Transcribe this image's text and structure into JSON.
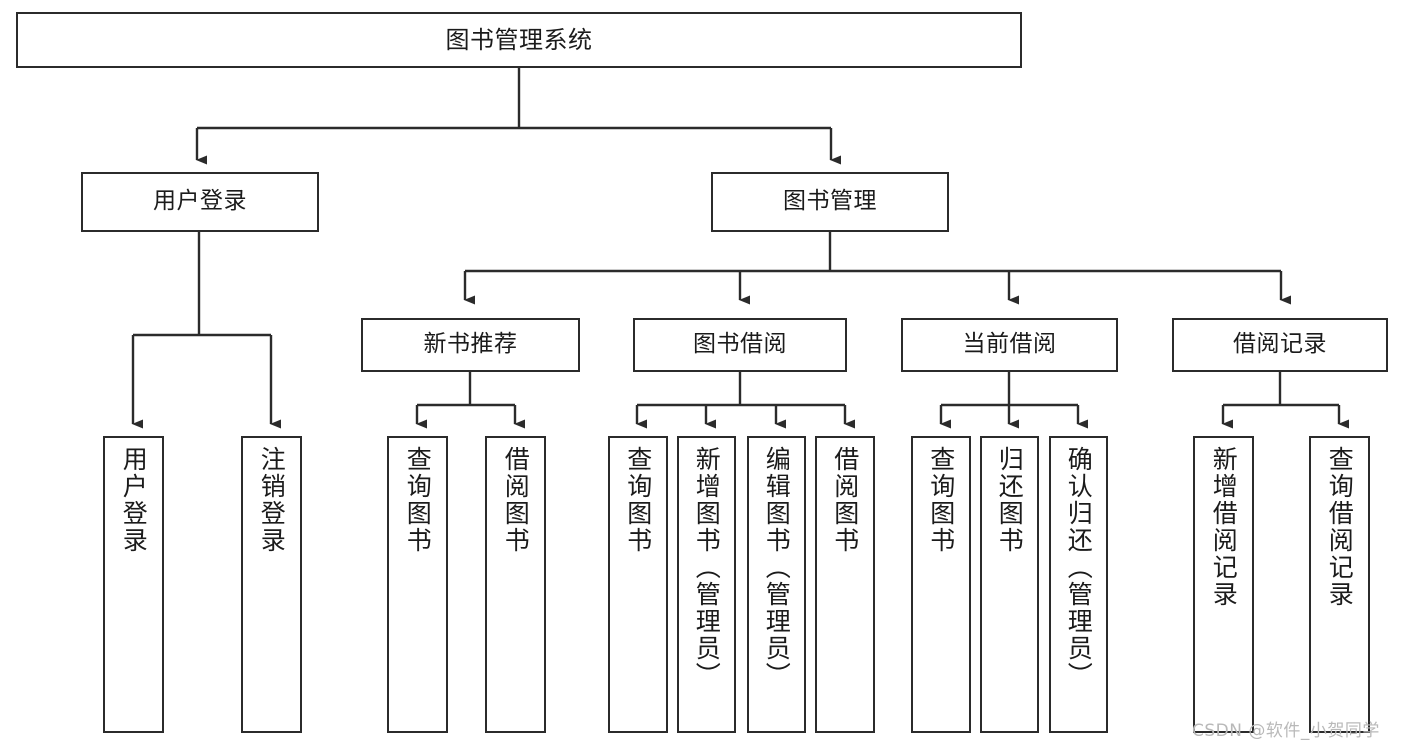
{
  "diagram": {
    "title": "图书管理系统",
    "type": "tree-hierarchy-diagram",
    "colors": {
      "box_border": "#2b2b2b",
      "box_fill": "#ffffff",
      "edge": "#2b2b2b",
      "text": "#1b1b1b",
      "watermark": "#b9b9b9",
      "background": "#ffffff"
    },
    "nodes": {
      "root": {
        "label": "图书管理系统"
      },
      "level2": [
        {
          "label": "用户登录"
        },
        {
          "label": "图书管理"
        }
      ],
      "level3": [
        {
          "label": "新书推荐"
        },
        {
          "label": "图书借阅"
        },
        {
          "label": "当前借阅"
        },
        {
          "label": "借阅记录"
        }
      ],
      "leaves_user_login": [
        {
          "label": "用户登录"
        },
        {
          "label": "注销登录"
        }
      ],
      "leaves_new_book": [
        {
          "label": "查询图书"
        },
        {
          "label": "借阅图书"
        }
      ],
      "leaves_borrow": [
        {
          "label": "查询图书"
        },
        {
          "label": "新增图书（管理员）"
        },
        {
          "label": "编辑图书（管理员）"
        },
        {
          "label": "借阅图书"
        }
      ],
      "leaves_current": [
        {
          "label": "查询图书"
        },
        {
          "label": "归还图书"
        },
        {
          "label": "确认归还（管理员）"
        }
      ],
      "leaves_record": [
        {
          "label": "新增借阅记录"
        },
        {
          "label": "查询借阅记录"
        }
      ]
    },
    "watermark": "CSDN @软件_小贺同学"
  }
}
